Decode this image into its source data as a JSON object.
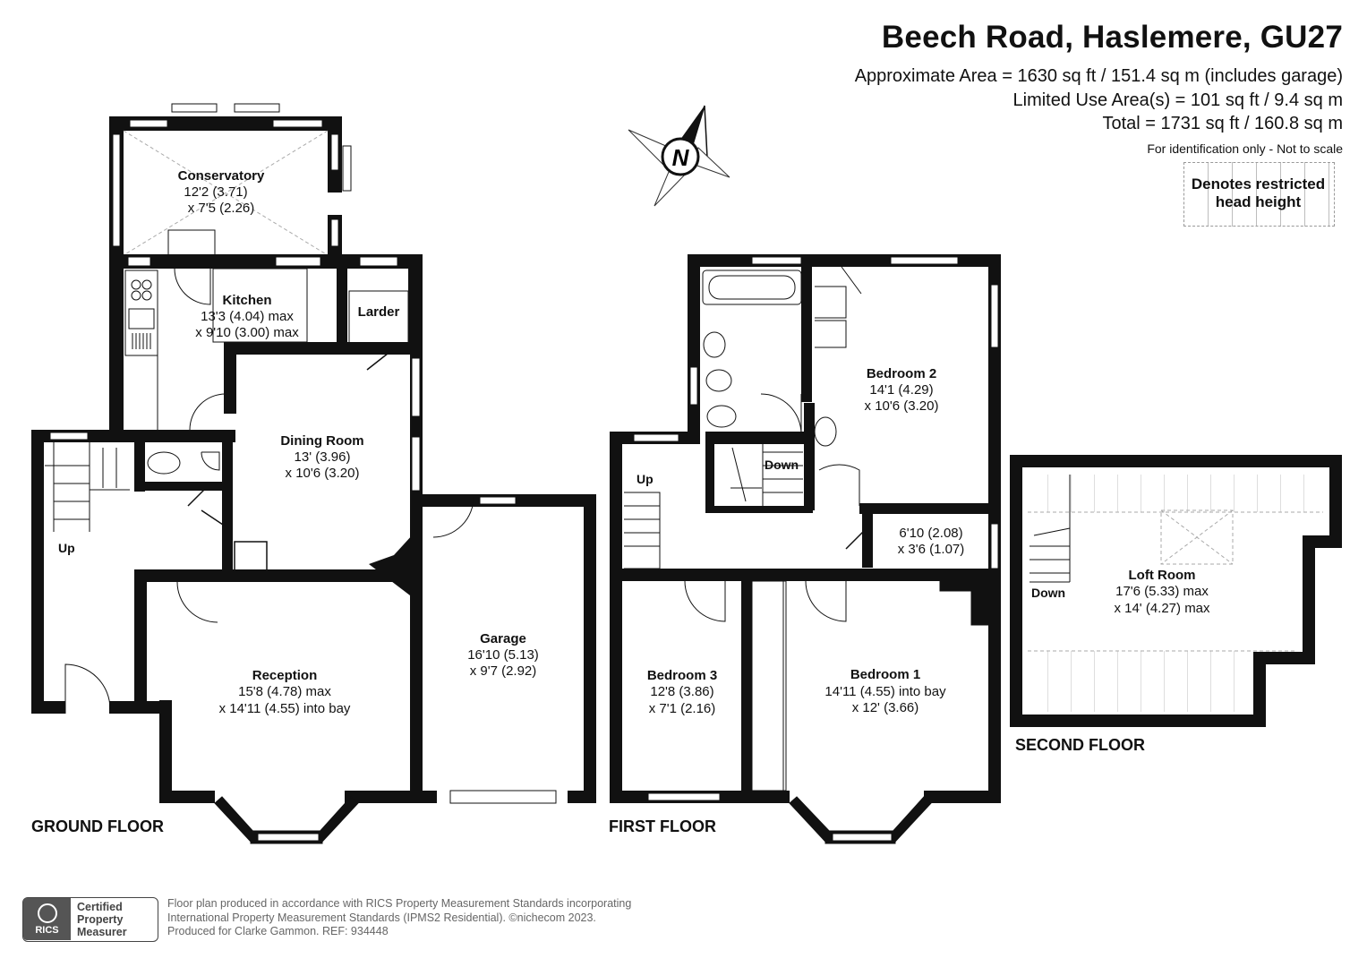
{
  "header": {
    "title": "Beech Road, Haslemere, GU27",
    "approx_area": "Approximate Area = 1630 sq ft / 151.4 sq m (includes garage)",
    "limited_use": "Limited Use Area(s) = 101 sq ft / 9.4 sq m",
    "total": "Total = 1731 sq ft / 160.8 sq m",
    "disclaimer": "For identification only - Not to scale"
  },
  "legend": {
    "line1": "Denotes restricted",
    "line2": "head height"
  },
  "compass": {
    "label": "N"
  },
  "floors": {
    "ground": "GROUND FLOOR",
    "first": "FIRST FLOOR",
    "second": "SECOND FLOOR"
  },
  "rooms": {
    "conservatory": {
      "name": "Conservatory",
      "dim1": "12'2 (3.71)",
      "dim2": "x 7'5 (2.26)"
    },
    "kitchen": {
      "name": "Kitchen",
      "dim1": "13'3 (4.04) max",
      "dim2": "x 9'10 (3.00) max"
    },
    "larder": {
      "name": "Larder"
    },
    "dining": {
      "name": "Dining Room",
      "dim1": "13' (3.96)",
      "dim2": "x 10'6 (3.20)"
    },
    "reception": {
      "name": "Reception",
      "dim1": "15'8 (4.78) max",
      "dim2": "x 14'11 (4.55) into bay"
    },
    "garage": {
      "name": "Garage",
      "dim1": "16'10 (5.13)",
      "dim2": "x 9'7 (2.92)"
    },
    "bedroom2": {
      "name": "Bedroom 2",
      "dim1": "14'1 (4.29)",
      "dim2": "x 10'6 (3.20)"
    },
    "small_room": {
      "dim1": "6'10 (2.08)",
      "dim2": "x 3'6 (1.07)"
    },
    "bedroom3": {
      "name": "Bedroom 3",
      "dim1": "12'8 (3.86)",
      "dim2": "x 7'1 (2.16)"
    },
    "bedroom1": {
      "name": "Bedroom 1",
      "dim1": "14'11 (4.55) into bay",
      "dim2": "x 12' (3.66)"
    },
    "loft": {
      "name": "Loft Room",
      "dim1": "17'6 (5.33) max",
      "dim2": "x 14' (4.27) max"
    }
  },
  "stairs": {
    "ground_up": "Up",
    "first_up": "Up",
    "first_down": "Down",
    "second_down": "Down"
  },
  "footer": {
    "logo_mark": "RICS",
    "logo_text": "Certified\nProperty\nMeasurer",
    "line1": "Floor plan produced in accordance with RICS Property Measurement Standards incorporating",
    "line2": "International Property Measurement Standards (IPMS2 Residential).  ©nichecom 2023.",
    "line3": "Produced for Clarke Gammon.   REF: 934448"
  }
}
